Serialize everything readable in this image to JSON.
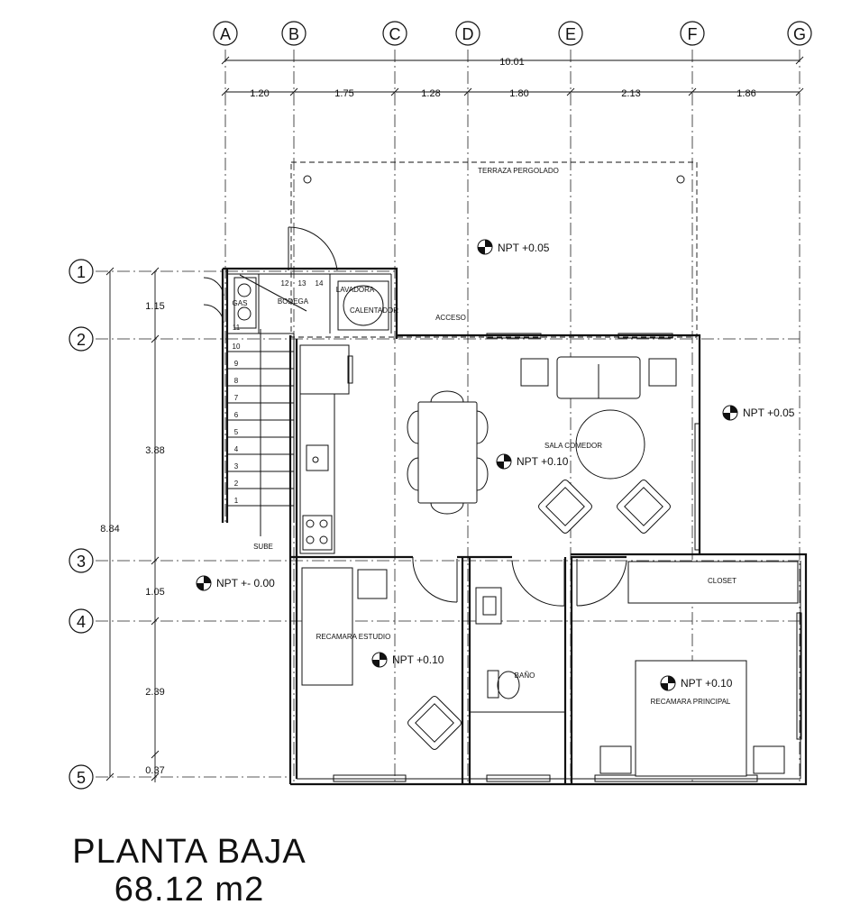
{
  "drawing_title": "PLANTA BAJA",
  "drawing_area": "68.12 m2",
  "grid_columns": [
    "A",
    "B",
    "C",
    "D",
    "E",
    "F",
    "G"
  ],
  "grid_rows": [
    "1",
    "2",
    "3",
    "4",
    "5"
  ],
  "dimensions": {
    "overall_width": "10.01",
    "column_spacings": [
      "1.20",
      "1.75",
      "1.28",
      "1.80",
      "2.13",
      "1.86"
    ],
    "overall_depth": "8.84",
    "row_spacings": [
      "1.15",
      "3.88",
      "1.05",
      "2.39",
      "0.37"
    ]
  },
  "rooms": {
    "terrace": "TERRAZA PERGOLADO",
    "living_dining": "SALA COMEDOR",
    "study_bedroom": "RECAMARA ESTUDIO",
    "bathroom": "BAÑO",
    "master_bedroom": "RECAMARA PRINCIPAL",
    "closet": "CLOSET",
    "storage": "BODEGA",
    "washer": "LAVADORA",
    "heater": "CALENTADOR",
    "gas": "GAS",
    "access": "ACCESO",
    "stairs_up": "SUBE"
  },
  "levels": {
    "terrace": "NPT +0.05",
    "side": "NPT +0.05",
    "living": "NPT +0.10",
    "exterior": "NPT +- 0.00",
    "study": "NPT +0.10",
    "master": "NPT +0.10"
  },
  "stair_steps": [
    "1",
    "2",
    "3",
    "4",
    "5",
    "6",
    "7",
    "8",
    "9",
    "10",
    "11",
    "12",
    "13",
    "14"
  ]
}
